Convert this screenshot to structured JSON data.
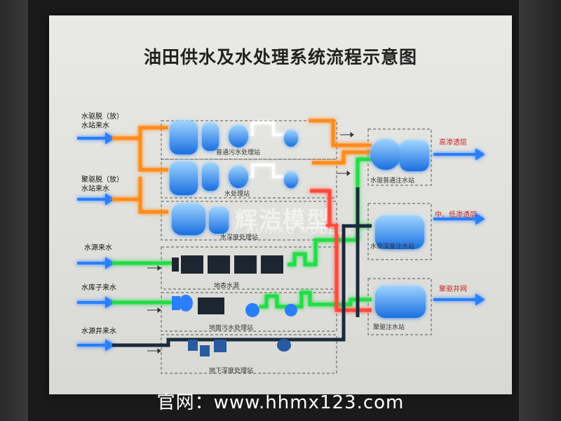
{
  "title": "油田供水及水处理系统流程示意图",
  "inputs": [
    {
      "line1": "水驱脱（放）",
      "line2": "水站来水"
    },
    {
      "line1": "聚驱脱（放）",
      "line2": "水站来水"
    },
    {
      "line1": "水源来水",
      "line2": ""
    },
    {
      "line1": "水库子来水",
      "line2": ""
    },
    {
      "line1": "水源井来水",
      "line2": ""
    }
  ],
  "stations": [
    "普通污水处理站",
    "水处理站",
    "水深度处理站",
    "地表水源",
    "地面污水处理站",
    "地下深度处理站"
  ],
  "outputs": [
    {
      "label": "高渗透层",
      "station": "水驱普通注水站"
    },
    {
      "label": "中、低渗透层",
      "station": "水驱深度注水站"
    },
    {
      "label": "聚驱井网",
      "station": "聚驱注水站"
    }
  ],
  "watermark": {
    "main": "辉浩模型",
    "sub": "HUIHAO MODEL"
  },
  "footer": "官网：www.hhmx123.com",
  "colors": {
    "orange": "#ff8c1a",
    "green": "#22dd44",
    "blue": "#2a7fff",
    "red": "#ff4a3a",
    "dark": "#1a2a3a"
  }
}
